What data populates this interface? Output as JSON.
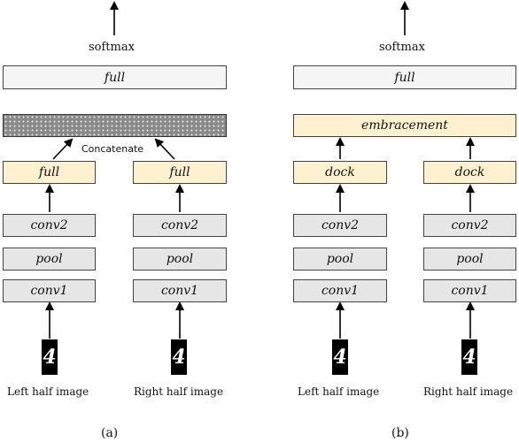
{
  "panel_a": {
    "softmax": "softmax",
    "full_top": "full",
    "concatenate": "Concatenate",
    "left": {
      "full": "full",
      "conv2": "conv2",
      "pool": "pool",
      "conv1": "conv1",
      "glyph": "4",
      "caption": "Left half image"
    },
    "right": {
      "full": "full",
      "conv2": "conv2",
      "pool": "pool",
      "conv1": "conv1",
      "glyph": "4",
      "caption": "Right half image"
    },
    "label": "(a)"
  },
  "panel_b": {
    "softmax": "softmax",
    "full_top": "full",
    "embracement": "embracement",
    "left": {
      "dock": "dock",
      "conv2": "conv2",
      "pool": "pool",
      "conv1": "conv1",
      "glyph": "4",
      "caption": "Left half image"
    },
    "right": {
      "dock": "dock",
      "conv2": "conv2",
      "pool": "pool",
      "conv1": "conv1",
      "glyph": "4",
      "caption": "Right half image"
    },
    "label": "(b)"
  },
  "colors": {
    "layer_gray": "#e6e6e6",
    "layer_cream": "#fdf1cf",
    "layer_white": "#f5f5f5",
    "concat_fill": "#8a8a8a"
  }
}
